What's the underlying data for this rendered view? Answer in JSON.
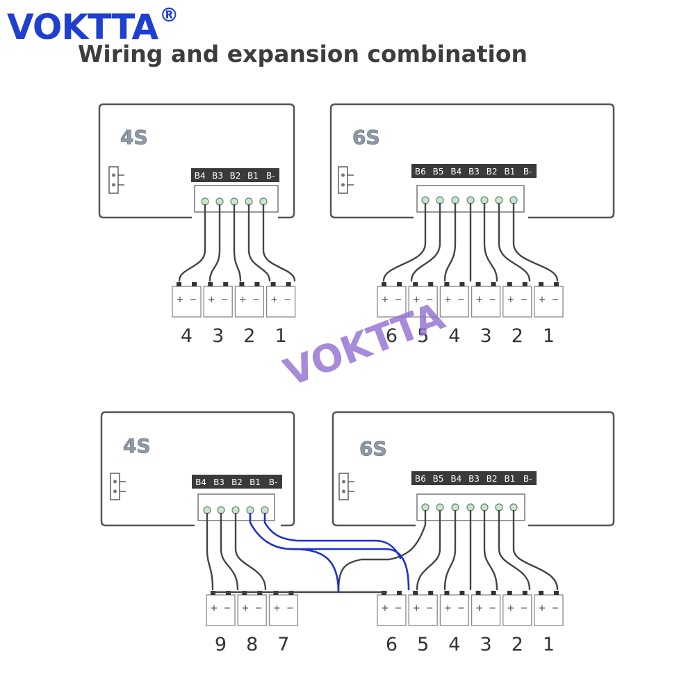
{
  "brand": {
    "name": "VOKTTA",
    "mark": "®"
  },
  "title": "Wiring and expansion combination",
  "watermark": "VOKTTA",
  "colors": {
    "brand": "#1f3fcf",
    "expansion_wire": "#1f2fd0",
    "watermark": "#8f6fd0",
    "pin": "#c7e6cc"
  },
  "battery_polarity": [
    "+",
    "−"
  ],
  "boards": [
    {
      "id": "top-4s",
      "label": "4S",
      "pins": [
        "B4",
        "B3",
        "B2",
        "B1",
        "B-"
      ]
    },
    {
      "id": "top-6s",
      "label": "6S",
      "pins": [
        "B6",
        "B5",
        "B4",
        "B3",
        "B2",
        "B1",
        "B-"
      ]
    },
    {
      "id": "bot-4s",
      "label": "4S",
      "pins": [
        "B4",
        "B3",
        "B2",
        "B1",
        "B-"
      ]
    },
    {
      "id": "bot-6s",
      "label": "6S",
      "pins": [
        "B6",
        "B5",
        "B4",
        "B3",
        "B2",
        "B1",
        "B-"
      ]
    }
  ],
  "cell_groups": [
    {
      "id": "top-4s-cells",
      "numbers": [
        "4",
        "3",
        "2",
        "1"
      ]
    },
    {
      "id": "top-6s-cells",
      "numbers": [
        "6",
        "5",
        "4",
        "3",
        "2",
        "1"
      ]
    },
    {
      "id": "bot-4s-cells",
      "numbers": [
        "9",
        "8",
        "7"
      ]
    },
    {
      "id": "bot-6s-cells",
      "numbers": [
        "6",
        "5",
        "4",
        "3",
        "2",
        "1"
      ]
    }
  ]
}
